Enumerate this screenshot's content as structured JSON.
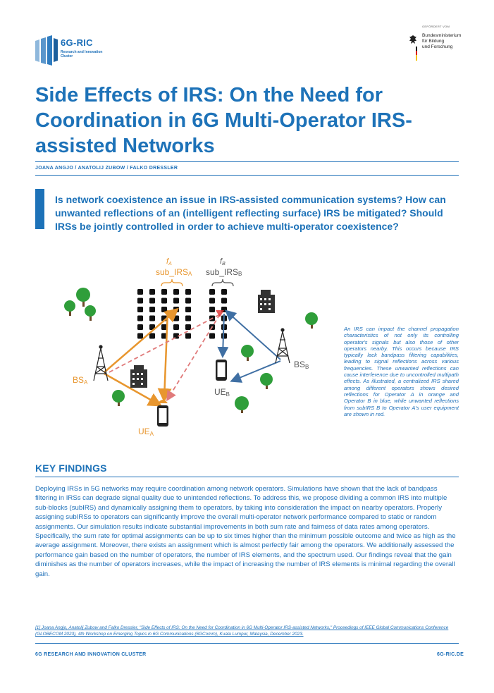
{
  "header": {
    "logo_title": "6G-RIC",
    "logo_subtitle": "Research and Innovation Cluster",
    "funded_by": "GEFÖRDERT VOM",
    "ministry": [
      "Bundesministerium",
      "für Bildung",
      "und Forschung"
    ]
  },
  "title": "Side Effects of IRS: On the Need for Coordination in 6G Multi-Operator IRS-assisted Networks",
  "authors": "JOANA ANGJO / ANATOLIJ ZUBOW / FALKO DRESSLER",
  "lead": "Is network coexistence an issue in IRS-assisted communication systems? How can unwanted reflections of an (intelligent reflecting surface) IRS be mitigated? Should IRSs be jointly controlled in order to achieve multi-operator coexistence?",
  "figure": {
    "fa": "f",
    "fa_sub": "A",
    "fb": "f",
    "fb_sub": "B",
    "sub_irs_a": "sub_IRS",
    "sub_irs_a_sub": "A",
    "sub_irs_b": "sub_IRS",
    "sub_irs_b_sub": "B",
    "bs_a": "BS",
    "bs_a_sub": "A",
    "bs_b": "BS",
    "bs_b_sub": "B",
    "ue_a": "UE",
    "ue_a_sub": "A",
    "ue_b": "UE",
    "ue_b_sub": "B",
    "colors": {
      "operator_a": "#e8962e",
      "operator_b": "#3f6fa3",
      "unwanted": "#e07a7a",
      "tree": "#2f9e3a"
    }
  },
  "caption": "An IRS can impact the channel propagation characteristics of not only its controlling operator's signals but also those of other operators nearby. This occurs because IRS typically lack bandpass filtering capabilities, leading to signal reflections across various frequencies. These unwanted reflections can cause interference due to uncontrolled multipath effects. As illustrated, a centralized IRS shared among different operators shows desired reflections for Operator A in orange and Operator B in blue, while unwanted reflections from subIRS B to Operator A's user equipment are shown in red.",
  "key_findings": {
    "heading": "KEY FINDINGS",
    "body": "Deploying IRSs in 5G networks may require coordination among network operators. Simulations have shown that the lack of bandpass filtering in IRSs can degrade signal quality due to unintended reflections. To address this, we propose dividing a common IRS into multiple sub-blocks (subIRS) and dynamically assigning them to operators, by taking into consideration the impact on nearby operators. Properly assigning subIRSs to operators can significantly improve the overall multi-operator network performance compared to static or random assignments. Our simulation results indicate substantial improvements in both sum rate and fairness of data rates among operators. Specifically, the sum rate for optimal assignments can be up to six times higher than the minimum possible outcome and twice as high as the average assignment. Moreover, there exists an assignment which is almost perfectly fair among the operators. We additionally assessed the performance gain based on the number of operators, the number of IRS elements, and the spectrum used. Our findings reveal that the gain diminishes as the number of operators increases, while the impact of increasing the number of IRS elements is minimal regarding the overall gain."
  },
  "reference": "[1] Joana Angjo, Anatolij Zubow and Falko Dressler, \"Side Effects of IRS: On the Need for Coordination in 6G Multi-Operator IRS-assisted Networks,\" Proceedings of IEEE Global Communications Conference (GLOBECOM 2023), 4th Workshop on Emerging Topics in 6G Communications (6GComm), Kuala Lumpur, Malaysia, December 2023.",
  "footer": {
    "left": "6G RESEARCH AND INNOVATION CLUSTER",
    "right": "6G-RIC.DE"
  }
}
